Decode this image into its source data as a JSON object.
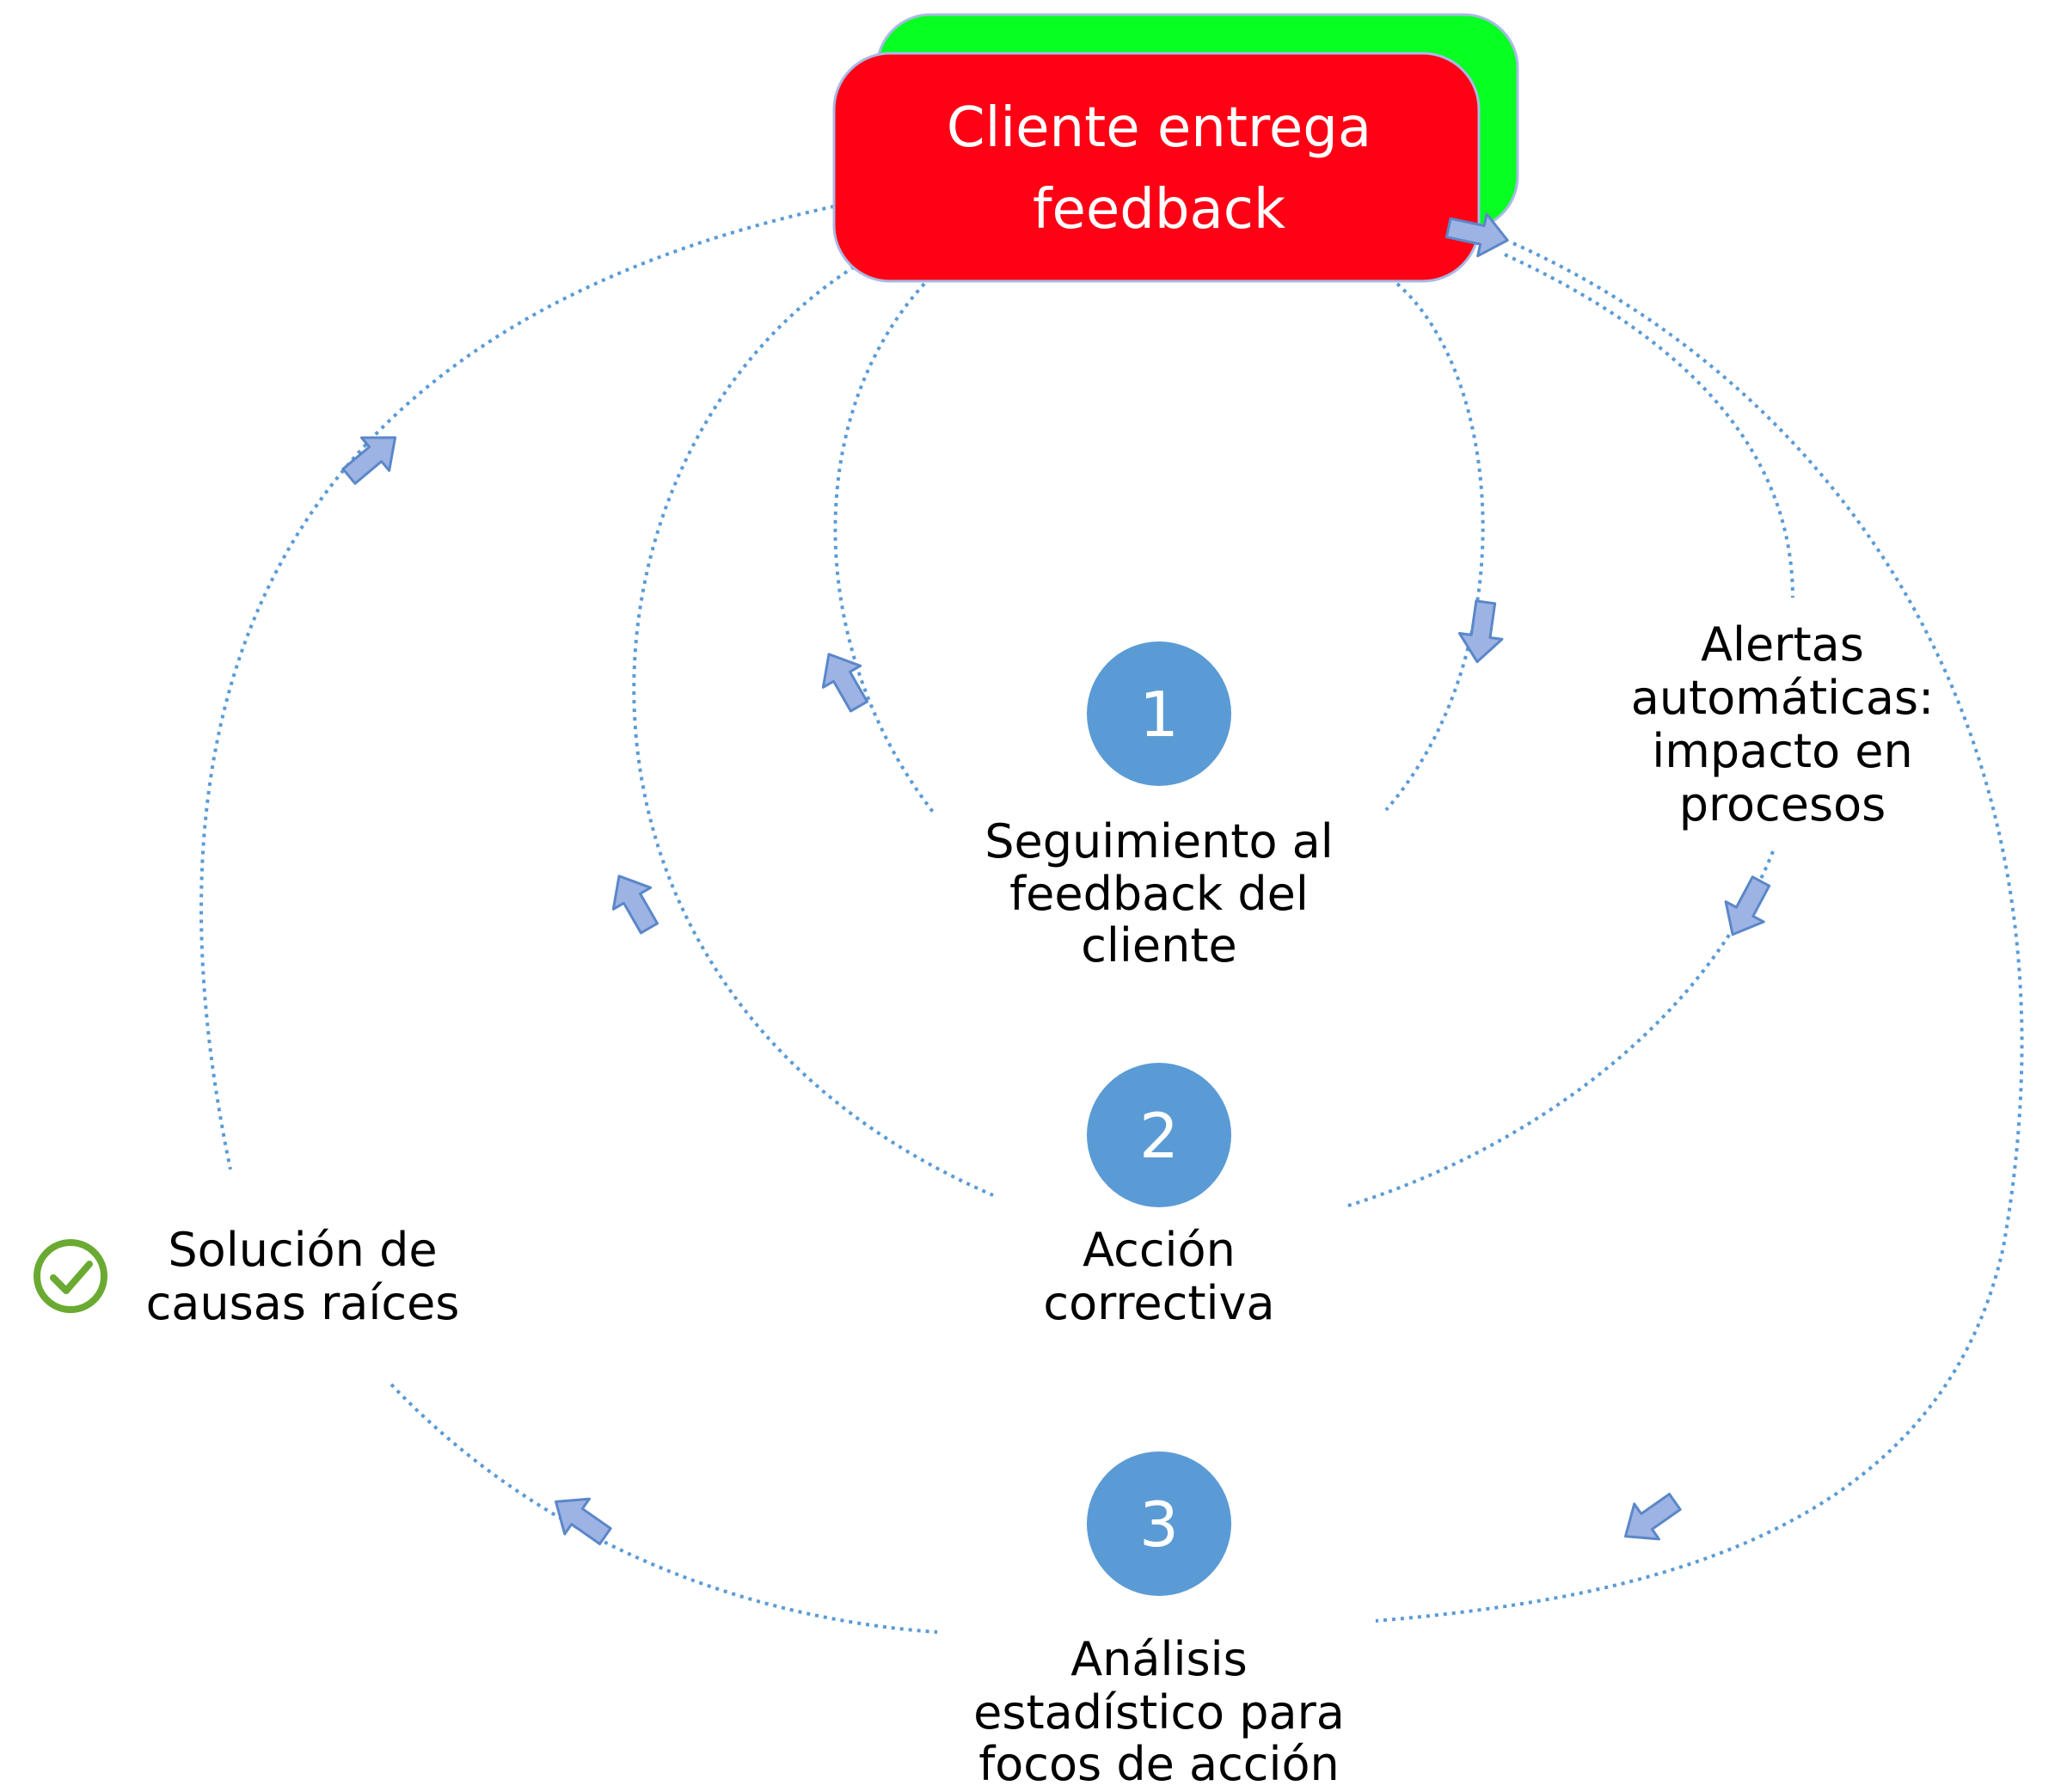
{
  "colors": {
    "main_box_fill": "#ff0015",
    "main_box_back_fill": "#08ff22",
    "main_box_border": "#a9b9e6",
    "circle_fill": "#5b9bd5",
    "dotted_line": "#5b9bd5",
    "arrow_fill": "#9db3e3",
    "arrow_stroke": "#5b87c9",
    "check_color": "#6aaa32"
  },
  "main_box": {
    "line1": "Cliente entrega",
    "line2": "feedback"
  },
  "steps": [
    {
      "number": "1",
      "lines": [
        "Seguimiento al",
        "feedback del",
        "cliente"
      ]
    },
    {
      "number": "2",
      "lines": [
        "Acción",
        "correctiva"
      ]
    },
    {
      "number": "3",
      "lines": [
        "Análisis",
        "estadístico para",
        "focos de acción"
      ]
    }
  ],
  "side_labels": {
    "alertas": [
      "Alertas",
      "automáticas:",
      "impacto en",
      "procesos"
    ],
    "solucion": [
      "Solución de",
      "causas raíces"
    ]
  },
  "icons": {
    "solucion_check": "check-circle-icon",
    "flow_arrow": "block-arrow-icon"
  }
}
